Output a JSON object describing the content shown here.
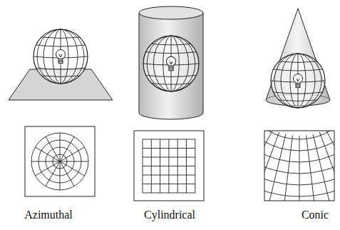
{
  "diagram": {
    "labels": [
      "Azimuthal",
      "Cylindrical",
      "Conic"
    ]
  }
}
